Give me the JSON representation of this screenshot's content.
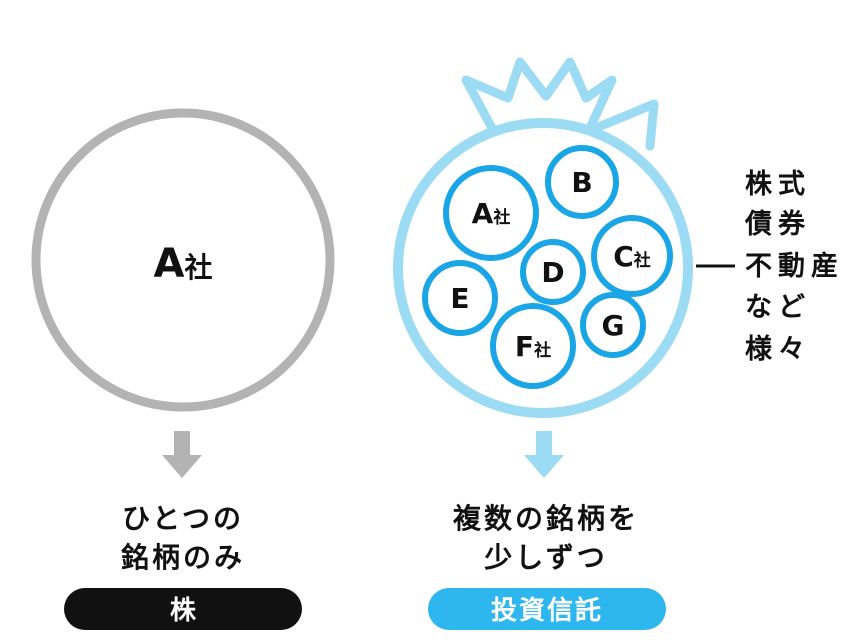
{
  "left": {
    "circle_label": "A",
    "circle_label_suffix": "社",
    "caption_line1": "ひとつの",
    "caption_line2": "銘柄のみ",
    "pill_label": "株"
  },
  "right": {
    "inner_items": [
      {
        "letter": "A",
        "suffix": "社"
      },
      {
        "letter": "B",
        "suffix": ""
      },
      {
        "letter": "C",
        "suffix": "社"
      },
      {
        "letter": "D",
        "suffix": ""
      },
      {
        "letter": "E",
        "suffix": ""
      },
      {
        "letter": "F",
        "suffix": "社"
      },
      {
        "letter": "G",
        "suffix": ""
      }
    ],
    "side_list": [
      "株式",
      "債券",
      "不動産",
      "など",
      "様々"
    ],
    "caption_line1": "複数の銘柄を",
    "caption_line2": "少しずつ",
    "pill_label": "投資信託"
  },
  "colors": {
    "gray": "#b3b3b3",
    "light_blue": "#9cdbf4",
    "blue": "#1aa5e6",
    "black": "#111111",
    "pill_blue": "#2eb6ee"
  }
}
